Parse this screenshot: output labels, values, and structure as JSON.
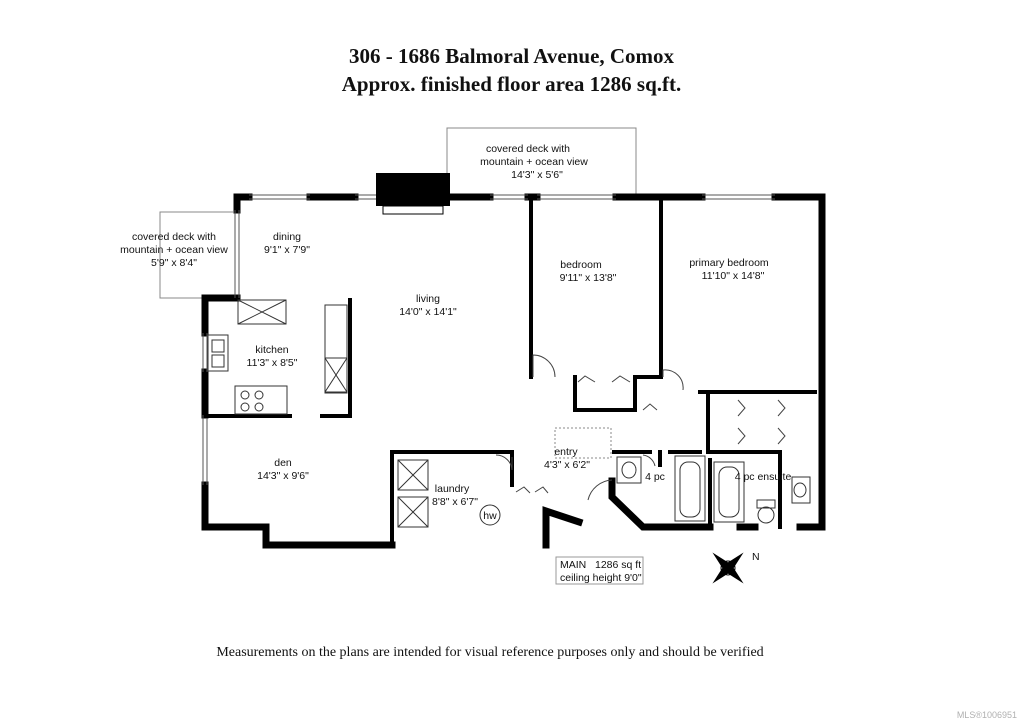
{
  "header": {
    "address": "306 - 1686 Balmoral Avenue, Comox",
    "floor_area": "Approx. finished floor area 1286 sq.ft."
  },
  "rooms": {
    "deck_top": {
      "l1": "covered deck with",
      "l2": "mountain + ocean view",
      "dims": "14'3\" x 5'6\""
    },
    "deck_left": {
      "l1": "covered deck with",
      "l2": "mountain + ocean view",
      "dims": "5'9\" x 8'4\""
    },
    "dining": {
      "name": "dining",
      "dims": "9'1\" x 7'9\""
    },
    "living": {
      "name": "living",
      "dims": "14'0\" x 14'1\""
    },
    "kitchen": {
      "name": "kitchen",
      "dims": "11'3\" x 8'5\""
    },
    "den": {
      "name": "den",
      "dims": "14'3\" x 9'6\""
    },
    "laundry": {
      "name": "laundry",
      "dims": "8'8\" x 6'7\""
    },
    "bedroom": {
      "name": "bedroom",
      "dims": "9'11\" x 13'8\""
    },
    "primary_bedroom": {
      "name": "primary bedroom",
      "dims": "11'10\" x 14'8\""
    },
    "entry": {
      "name": "entry",
      "dims": "4'3\" x 6'2\""
    },
    "bath": {
      "name": "4 pc"
    },
    "ensuite": {
      "name": "4 pc ensuite"
    },
    "hw": "hw"
  },
  "info_box": {
    "line1": "MAIN   1286 sq ft",
    "line2": "ceiling height 9'0\""
  },
  "compass": {
    "label": "N"
  },
  "disclaimer": "Measurements on the plans are intended for visual reference purposes only and should be verified",
  "watermark": "MLS®1006951"
}
